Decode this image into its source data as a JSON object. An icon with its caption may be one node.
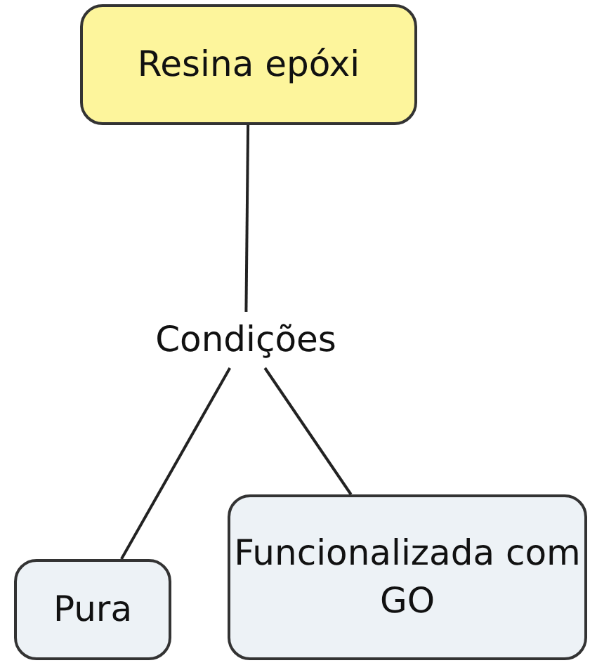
{
  "diagram": {
    "nodes": [
      {
        "text": [
          "Resina epóxi"
        ]
      },
      {
        "text": [
          "Condições"
        ]
      },
      {
        "text": [
          "Pura"
        ]
      },
      {
        "text": [
          "Funcionalizada com GO"
        ]
      }
    ],
    "edges": [
      {
        "from": 0,
        "to": 1,
        "arrow": "none"
      },
      {
        "from": 1,
        "to": 2,
        "arrow": "none"
      },
      {
        "from": 1,
        "to": 3,
        "arrow": "none"
      }
    ]
  }
}
